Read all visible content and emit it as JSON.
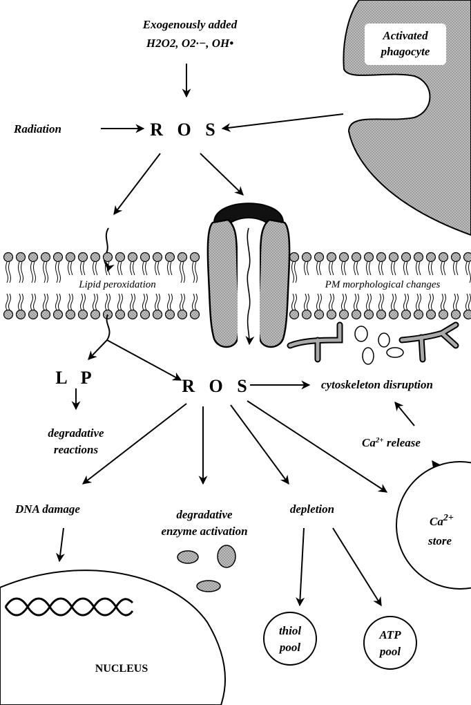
{
  "diagram": {
    "source_top": "Exogenously added",
    "source_species": "H2O2, O2·−, OH•",
    "phagocyte": {
      "line1": "Activated",
      "line2": "phagocyte"
    },
    "radiation": "Radiation",
    "ros_top": "R O S",
    "ros_center": "R O S",
    "lipid_peroxidation": "Lipid peroxidation",
    "pm_changes": "PM morphological changes",
    "lp": "L P",
    "degradative_reactions": {
      "line1": "degradative",
      "line2": "reactions"
    },
    "cytoskeleton": "cytoskeleton disruption",
    "ca_release": "Ca2+ release",
    "ca_store": {
      "line1": "Ca2+",
      "line2": "store"
    },
    "dna_damage": "DNA damage",
    "enzyme": {
      "line1": "degradative",
      "line2": "enzyme activation"
    },
    "depletion": "depletion",
    "thiol_pool": {
      "line1": "thiol",
      "line2": "pool"
    },
    "atp_pool": {
      "line1": "ATP",
      "line2": "pool"
    },
    "nucleus": "NUCLEUS"
  }
}
